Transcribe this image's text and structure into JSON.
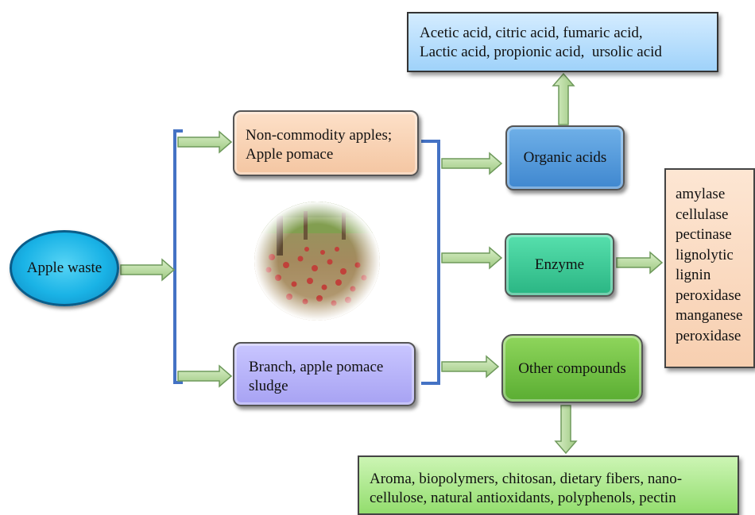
{
  "nodes": {
    "apple_waste": "Apple waste",
    "non_commodity": [
      "Non-commodity apples;",
      "Apple pomace"
    ],
    "branch": [
      "Branch, apple pomace",
      "sludge"
    ],
    "organic_acids": "Organic acids",
    "enzyme": "Enzyme",
    "other_compounds": "Other compounds"
  },
  "lists": {
    "acids": [
      "Acetic acid, citric acid, fumaric acid,",
      "Lactic acid, propionic acid,  ursolic acid"
    ],
    "enzymes": [
      "amylase",
      "cellulase",
      "pectinase",
      "lignolytic",
      "lignin",
      "peroxidase",
      "manganese",
      "peroxidase"
    ],
    "compounds": [
      "Aroma, biopolymers, chitosan, dietary fibers, nano-",
      "cellulose, natural antioxidants, polyphenols, pectin"
    ]
  },
  "colors": {
    "arrow_fill": "#b5d99c",
    "arrow_stroke": "#6f9a5c",
    "bracket": "#4472c4"
  },
  "image": {
    "name": "apple orchard with fallen apples"
  }
}
